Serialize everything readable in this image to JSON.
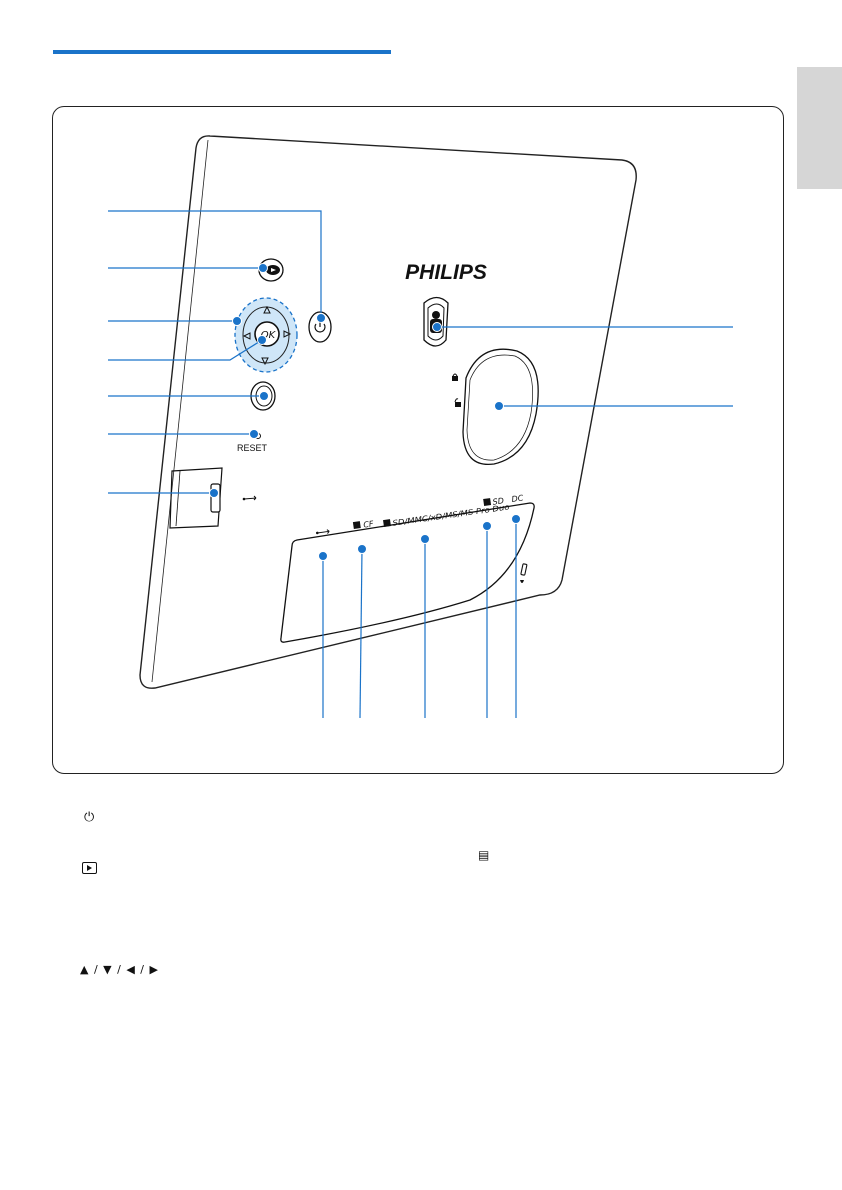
{
  "brand": "PHILIPS",
  "labels": {
    "ok": "OK",
    "reset": "RESET",
    "cf": "CF",
    "multi_card": "SD/MMC/xD/MS/MS Pro Duo",
    "sd": "SD",
    "dc": "DC"
  },
  "legend_symbols": {
    "power": "⏻",
    "menu": "▤",
    "arrows": "▲ / ▼ / ◀ / ▶"
  },
  "icons": [
    "power-icon",
    "slideshow-icon",
    "navigation-ring-icon",
    "ok-button",
    "menu-icon",
    "usb-icon",
    "card-icon",
    "kensington-lock-icon",
    "lock-icon",
    "unlock-icon"
  ],
  "colors": {
    "accent": "#1a73c9",
    "callout": "#1a73c9",
    "highlight": "#cfe6f8",
    "tab": "#d6d6d6"
  }
}
